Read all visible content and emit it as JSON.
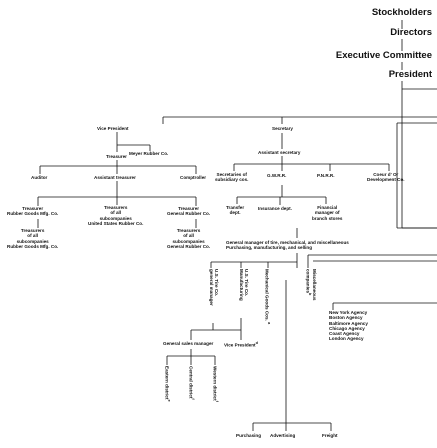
{
  "top": {
    "stockholders": "Stockholders",
    "directors": "Directors",
    "executive_committee": "Executive Committee",
    "president": "President"
  },
  "left_branch": {
    "vice_president": "Vice President",
    "meyer": "Meyer Rubber Co.",
    "treasurer": "Treasurer",
    "auditor": "Auditor",
    "assistant_treasurer": "Assistant treasurer",
    "comptroller": "Comptroller",
    "treasurer_rubber_goods": "Treasurer\nRubber Goods Mfg. Co.",
    "treasurers_us_rubber": "Treasurers\nof all\nsubcompanies\nUnited States Rubber Co.",
    "treasurer_general_rubber": "Treasurer\nGeneral Rubber Co.",
    "treasurers_rubber_goods_subs": "Treasurers\nof all\nsubcompanies\nRubber Goods Mfg. Co.",
    "treasurers_general_rubber_subs": "Treasurers\nof all\nsubcompanies\nGeneral Rubber Co."
  },
  "secretary_branch": {
    "secretary": "Secretary",
    "assistant_secretary": "Assistant secretary",
    "secretaries_subsidiary": "Secretaries of\nsubsidiary cos.",
    "gwrr": "G.W.R.R.",
    "pnrr": "P.N.R.R.",
    "coeur": "Coeur d' Or\nDevelopment Co.",
    "transfer": "Transfer\ndept.",
    "insurance": "Insurance dept.",
    "financial_manager": "Financial\nmanager of\nbranch stores"
  },
  "general_branch": {
    "general_manager": "General manager of tire, mechanical, and miscellaneous\nPurchasing, manufacturing, and selling",
    "us_tire_general": "U.S. Tire Co.\ngeneral manager",
    "us_tire_mfg": "U.S. Tire Co.\nManufacturing",
    "mechanical_goods": "Mechanical Goods Cos.",
    "mechanical_goods_mark": "a",
    "miscellaneous": "Miscellaneous\ncompanies",
    "miscellaneous_mark": "b",
    "general_sales_manager": "General sales manager",
    "vice_president": "Vice President",
    "vice_president_mark": "d",
    "eastern": "Eastern district",
    "eastern_mark": "e",
    "central": "Central district",
    "central_mark": "f",
    "western": "Western district",
    "western_mark": "f",
    "purchasing": "Purchasing",
    "advertising": "Advertising",
    "freight": "Freight"
  },
  "agencies": {
    "lines": "New York Agency\nBoston Agency\nBaltimore Agency\nChicago Agency\nCoast Agency\nLondon Agency"
  }
}
